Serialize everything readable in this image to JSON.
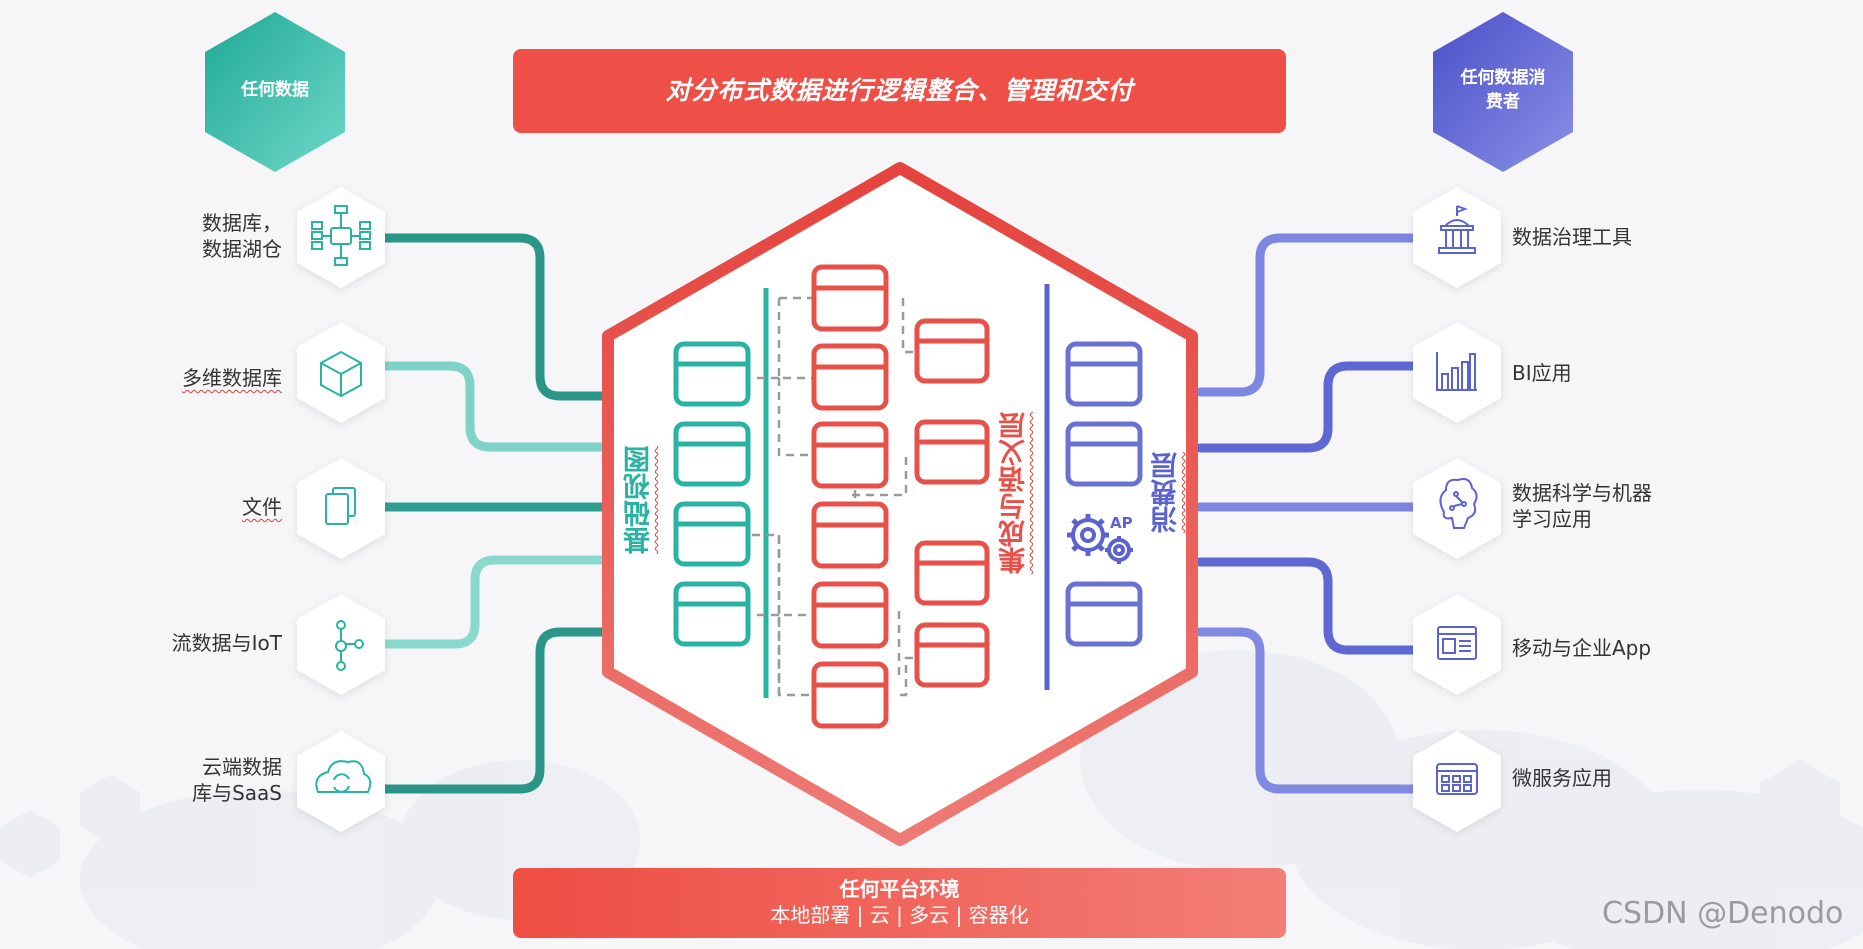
{
  "header_banner": {
    "text": "对分布式数据进行逻辑整合、管理和交付"
  },
  "sources_badge": {
    "text": "任何数据"
  },
  "consumers_badge": {
    "line1": "任何数据消",
    "line2": "费者"
  },
  "sources": [
    {
      "line1": "数据库，",
      "line2": "数据湖仓",
      "icon": "database-network-icon"
    },
    {
      "line1": "多维数据库",
      "line2": "",
      "icon": "cube-icon"
    },
    {
      "line1": "文件",
      "line2": "",
      "icon": "files-icon"
    },
    {
      "line1": "流数据与IoT",
      "line2": "",
      "icon": "stream-nodes-icon"
    },
    {
      "line1": "云端数据",
      "line2": "库与SaaS",
      "icon": "cloud-sync-icon"
    }
  ],
  "consumers": [
    {
      "line1": "数据治理工具",
      "line2": "",
      "icon": "government-building-icon"
    },
    {
      "line1": "BI应用",
      "line2": "",
      "icon": "bar-chart-icon"
    },
    {
      "line1": "数据科学与机器",
      "line2": "学习应用",
      "icon": "brain-circuit-icon"
    },
    {
      "line1": "移动与企业App",
      "line2": "",
      "icon": "app-window-icon"
    },
    {
      "line1": "微服务应用",
      "line2": "",
      "icon": "microservices-grid-icon"
    }
  ],
  "center": {
    "base_view_label": "基础视图",
    "integration_label": "集成与语义层",
    "consumption_label": "消费层",
    "api_label": "AP"
  },
  "footer_banner": {
    "title": "任何平台环境",
    "subtitle": "本地部署 | 云 | 多云 | 容器化"
  },
  "watermark": "CSDN @Denodo",
  "colors": {
    "red": "#e8504a",
    "teal": "#2ab3a3",
    "teal_dark": "#1f8f7f",
    "indigo": "#5a63cf",
    "indigo_light": "#8f96e6"
  }
}
